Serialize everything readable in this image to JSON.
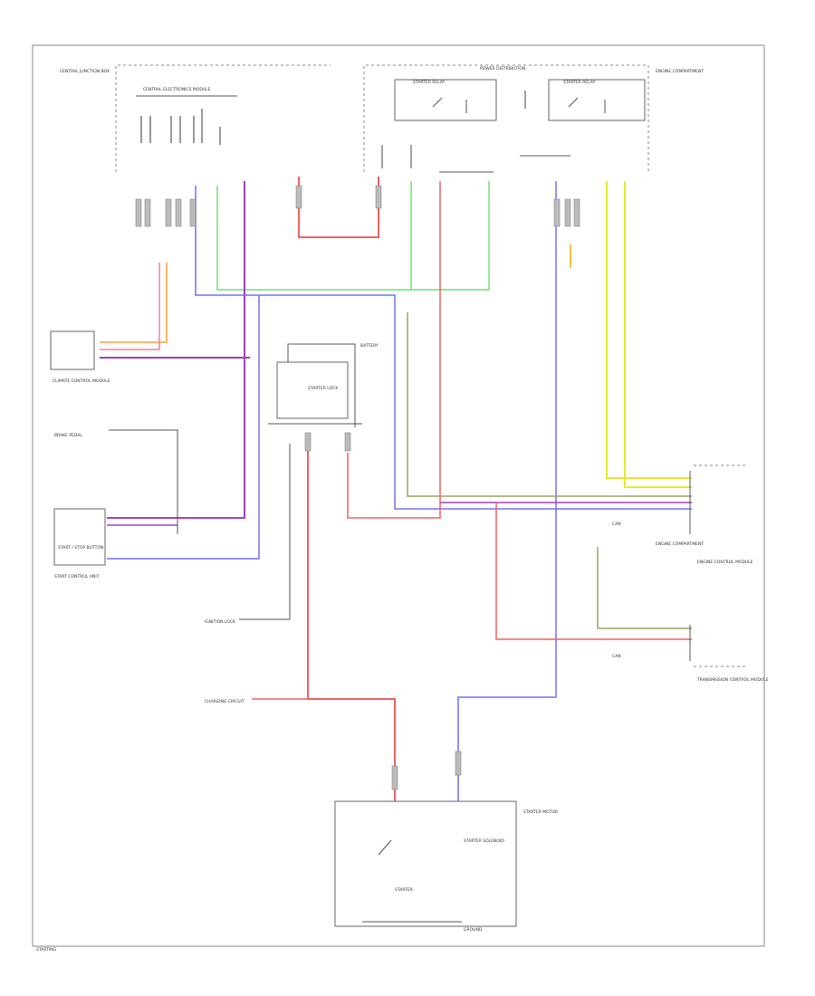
{
  "labels": {
    "central_jbox": "CENTRAL JUNCTION BOX",
    "central_elec": "CENTRAL ELECTRONICS MODULE",
    "power_dist_1": "POWER DISTRIBUTION",
    "relay_left": "STARTER RELAY",
    "relay_right": "STARTER RELAY",
    "engine_comp": "ENGINE COMPARTMENT",
    "engine_comp_2": "ENGINE COMPARTMENT",
    "climate_ctrl": "CLIMATE CONTROL MODULE",
    "brake_pedal": "BRAKE PEDAL",
    "start_ctrl": "START CONTROL UNIT",
    "start_stop": "START / STOP BUTTON",
    "battery": "BATTERY",
    "starter_ignition": "STARTER LOCK",
    "ignition_lock": "IGNITION LOCK",
    "engine_ctrl": "ENGINE CONTROL MODULE",
    "trans_ctrl": "TRANSMISSION CONTROL MODULE",
    "charging": "CHARGING CIRCUIT",
    "starter_motor": "STARTER MOTOR",
    "starter_solenoid": "STARTER SOLENOID",
    "starter_field": "STARTER",
    "can_1": "CAN",
    "can_2": "CAN",
    "ground": "GROUND",
    "footer": "STARTING"
  },
  "colors": {
    "red": "#f06060",
    "blue": "#7070f0",
    "green": "#70e070",
    "purple": "#a040c0",
    "yellow": "#e8e830",
    "orange": "#f0a040",
    "gray": "#555555",
    "olive": "#a0a060",
    "pink": "#f080a0"
  }
}
